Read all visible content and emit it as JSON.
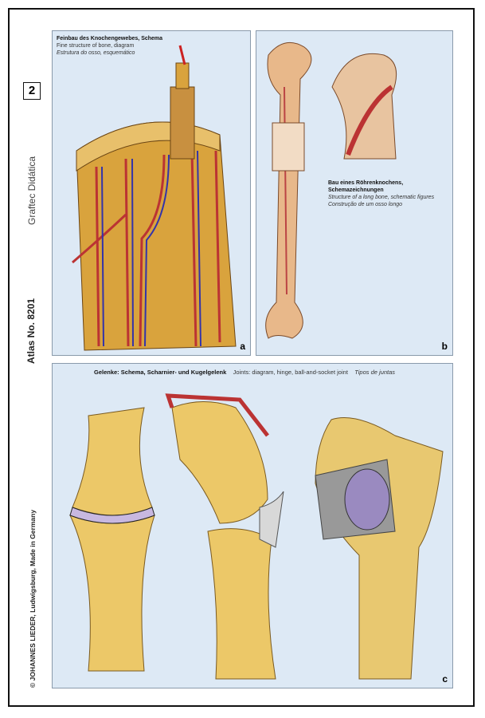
{
  "plate_number": "2",
  "publisher_brand": "Graftec Didática",
  "atlas_label": "Atlas No. 8201",
  "copyright": "© JOHANNES LIEDER, Ludwigsburg, Made in Germany",
  "panels": {
    "a": {
      "letter": "a",
      "title_de": "Feinbau des Knochengewebes, Schema",
      "title_en": "Fine structure of bone, diagram",
      "title_pt": "Estrutura do osso, esquemático"
    },
    "b": {
      "letter": "b",
      "title_de": "Bau eines Röhrenknochens, Schemazeichnungen",
      "title_en": "Structure of a long bone, schematic figures",
      "title_pt": "Construção de um osso longo"
    },
    "c": {
      "letter": "c",
      "title_de": "Gelenke: Schema, Scharnier- und Kugelgelenk",
      "title_en": "Joints: diagram, hinge, ball-and-socket joint",
      "title_pt": "Tipos de juntas"
    }
  }
}
